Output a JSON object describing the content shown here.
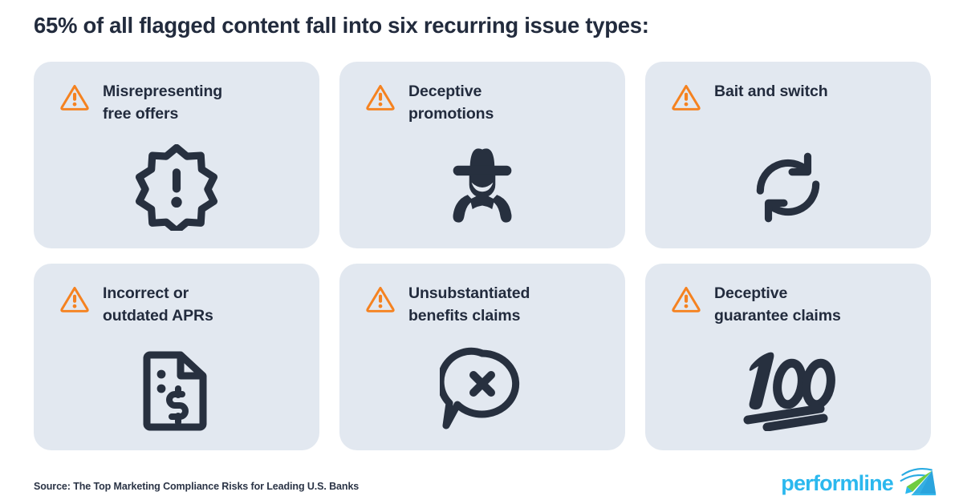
{
  "headline": "65% of all flagged content fall into six recurring issue types:",
  "colors": {
    "card_background": "#e2e8f0",
    "page_background": "#ffffff",
    "text_dark": "#222b3d",
    "warning_orange": "#f58220",
    "icon_navy": "#27303f",
    "logo_cyan": "#2bb8ee",
    "logo_green": "#6fcc3f",
    "logo_blue": "#29abe2"
  },
  "cards": [
    {
      "warn_icon": "warning-triangle-icon",
      "title_line1": "Misrepresenting",
      "title_line2": "free offers",
      "art_icon": "badge-exclamation-icon"
    },
    {
      "warn_icon": "warning-triangle-icon",
      "title_line1": "Deceptive",
      "title_line2": "promotions",
      "art_icon": "spy-detective-icon"
    },
    {
      "warn_icon": "warning-triangle-icon",
      "title_line1": "Bait and switch",
      "title_line2": "",
      "art_icon": "swap-arrows-icon"
    },
    {
      "warn_icon": "warning-triangle-icon",
      "title_line1": "Incorrect or",
      "title_line2": "outdated APRs",
      "art_icon": "document-dollar-icon"
    },
    {
      "warn_icon": "warning-triangle-icon",
      "title_line1": "Unsubstantiated",
      "title_line2": "benefits claims",
      "art_icon": "speech-bubble-x-icon"
    },
    {
      "warn_icon": "warning-triangle-icon",
      "title_line1": "Deceptive",
      "title_line2": "guarantee claims",
      "art_icon": "hundred-points-icon"
    }
  ],
  "footer": {
    "source": "Source: The Top Marketing Compliance Risks for Leading U.S. Banks",
    "logo_text": "performline",
    "logo_mark": "performline-pen-mark-icon"
  }
}
